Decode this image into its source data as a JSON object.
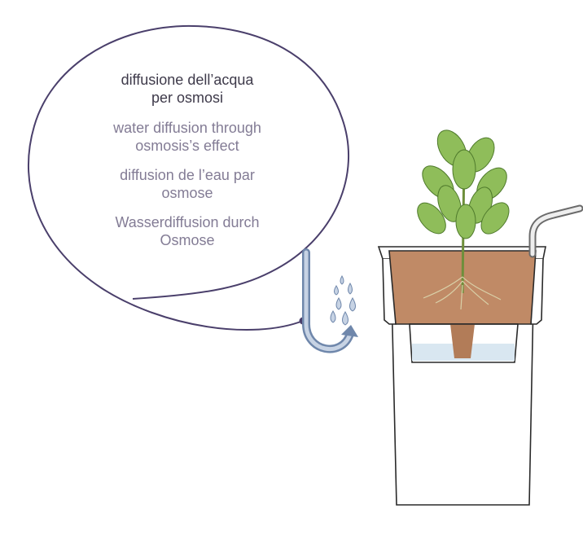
{
  "captions": {
    "italian": "diffusione dell’acqua\nper osmosi",
    "english": "water diffusion through\nosmosis’s effect",
    "french": "diffusion de l’eau par\nosmose",
    "german": "Wasserdiffusion durch\nOsmose"
  },
  "colors": {
    "bubble_outline": "#4a3f6b",
    "text_primary": "#3e3a4a",
    "text_secondary": "#837c95",
    "tube": "#6f87ab",
    "droplet": "#9fb3cf",
    "soil": "#c08a66",
    "water": "#d9e7f1",
    "leaf": "#8fbd5a",
    "pot_outline": "#2a2a2a"
  },
  "icons": [
    "speech-bubble",
    "u-tube-icon",
    "water-droplets-icon",
    "plant-icon",
    "pot-icon",
    "watering-tube-icon"
  ]
}
